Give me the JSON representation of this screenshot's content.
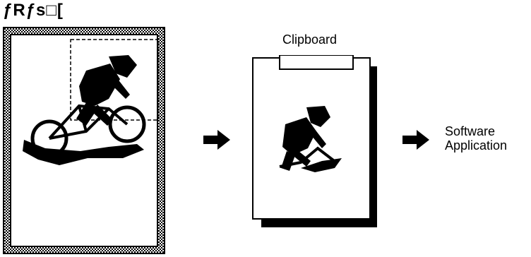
{
  "title": "ƒRƒs□[",
  "clipboard": {
    "label": "Clipboard"
  },
  "destination": {
    "line1": "Software",
    "line2": "Application"
  },
  "icons": [
    "source-document-icon",
    "cyclist-image-icon",
    "selection-marquee-icon",
    "arrow-right-icon",
    "clipboard-icon"
  ]
}
